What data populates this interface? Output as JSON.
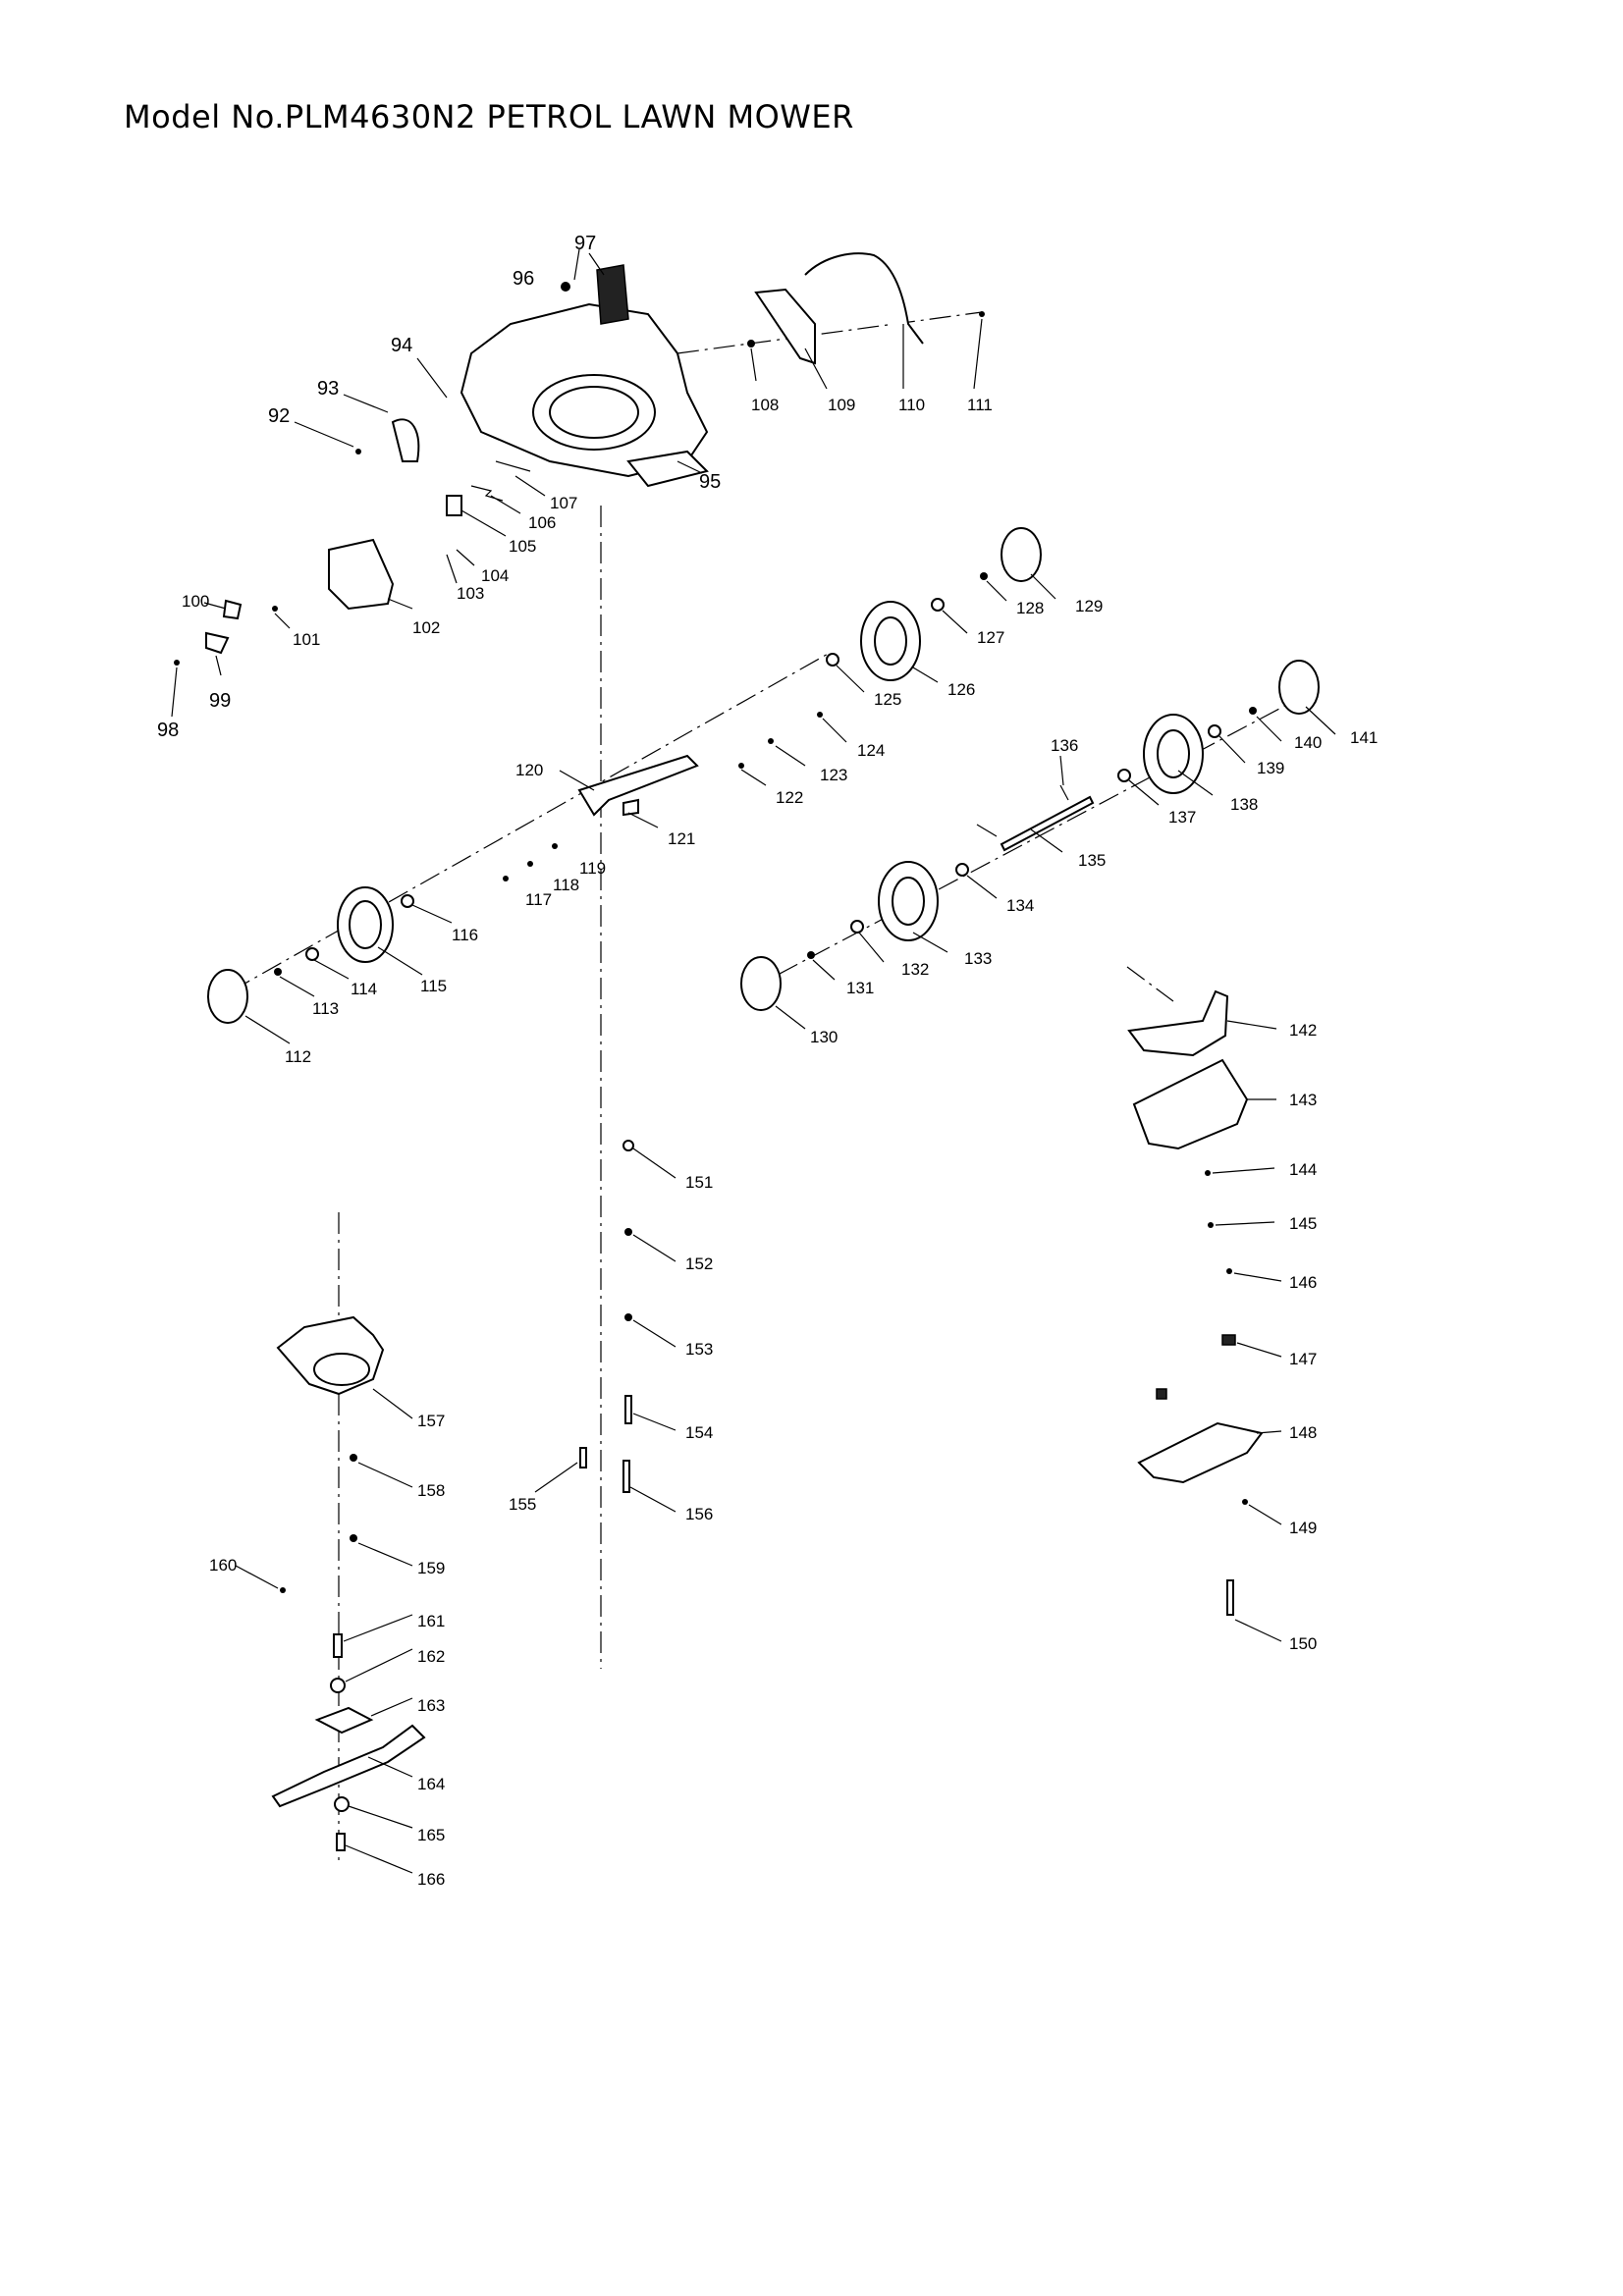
{
  "title": "Model No.PLM4630N2 PETROL LAWN MOWER",
  "part_labels": {
    "p92": "92",
    "p93": "93",
    "p94": "94",
    "p95": "95",
    "p96": "96",
    "p97": "97",
    "p98": "98",
    "p99": "99",
    "p100": "100",
    "p101": "101",
    "p102": "102",
    "p103": "103",
    "p104": "104",
    "p105": "105",
    "p106": "106",
    "p107": "107",
    "p108": "108",
    "p109": "109",
    "p110": "110",
    "p111": "111",
    "p112": "112",
    "p113": "113",
    "p114": "114",
    "p115": "115",
    "p116": "116",
    "p117": "117",
    "p118": "118",
    "p119": "119",
    "p120": "120",
    "p121": "121",
    "p122": "122",
    "p123": "123",
    "p124": "124",
    "p125": "125",
    "p126": "126",
    "p127": "127",
    "p128": "128",
    "p129": "129",
    "p130": "130",
    "p131": "131",
    "p132": "132",
    "p133": "133",
    "p134": "134",
    "p135": "135",
    "p136": "136",
    "p137": "137",
    "p138": "138",
    "p139": "139",
    "p140": "140",
    "p141": "141",
    "p142": "142",
    "p143": "143",
    "p144": "144",
    "p145": "145",
    "p146": "146",
    "p147": "147",
    "p148": "148",
    "p149": "149",
    "p150": "150",
    "p151": "151",
    "p152": "152",
    "p153": "153",
    "p154": "154",
    "p155": "155",
    "p156": "156",
    "p157": "157",
    "p158": "158",
    "p159": "159",
    "p160": "160",
    "p161": "161",
    "p162": "162",
    "p163": "163",
    "p164": "164",
    "p165": "165",
    "p166": "166"
  }
}
